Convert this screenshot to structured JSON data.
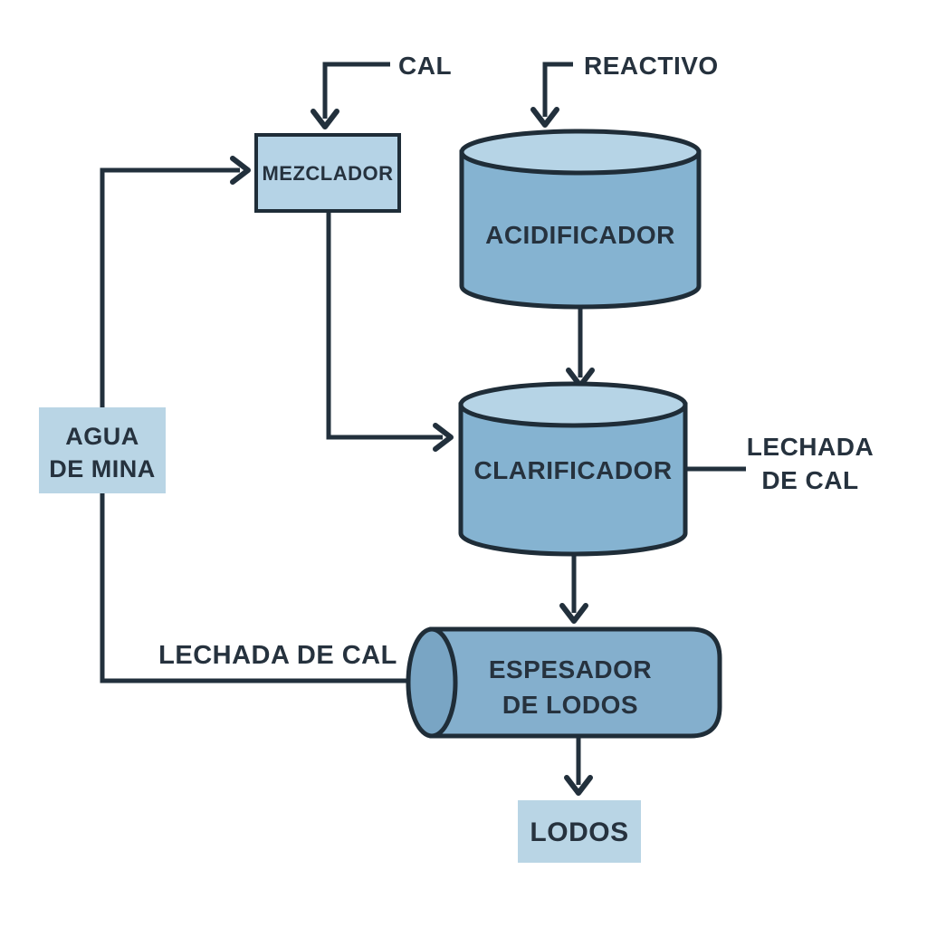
{
  "diagram": {
    "background": "#ffffff",
    "line_color": "#22303c",
    "text_color": "#26323e",
    "labels": {
      "cal": "CAL",
      "reactivo": "REACTIVO",
      "lechada_de_cal_right": {
        "line1": "LECHADA",
        "line2": "DE CAL"
      },
      "lechada_de_cal_bottom": "LECHADA DE CAL"
    },
    "nodes": {
      "mezclador": {
        "label": "MEZCLADOR",
        "shape": "rectangle-bordered",
        "fill": "#b5d3e6",
        "border": "#1f2d38"
      },
      "acidificador": {
        "label": "ACIDIFICADOR",
        "shape": "vertical-cylinder",
        "fill": "#85b3d1",
        "top_fill": "#b6d4e6"
      },
      "clarificador": {
        "label": "CLARIFICADOR",
        "shape": "vertical-cylinder",
        "fill": "#85b3d1",
        "top_fill": "#b6d4e6"
      },
      "espesador_de_lodos": {
        "label": {
          "line1": "ESPESADOR",
          "line2": "DE LODOS"
        },
        "shape": "horizontal-cylinder",
        "fill": "#84afcd",
        "cap_fill": "#79a5c4"
      },
      "agua_de_mina": {
        "label": {
          "line1": "AGUA",
          "line2": "DE MINA"
        },
        "shape": "rectangle-plain",
        "fill": "#b9d5e5"
      },
      "lodos": {
        "label": "LODOS",
        "shape": "rectangle-plain",
        "fill": "#b9d5e5"
      }
    },
    "edges": [
      {
        "from": "CAL",
        "to": "MEZCLADOR",
        "arrow": true
      },
      {
        "from": "REACTIVO",
        "to": "ACIDIFICADOR",
        "arrow": true
      },
      {
        "from": "AGUA DE MINA",
        "to": "MEZCLADOR",
        "arrow": true
      },
      {
        "from": "MEZCLADOR",
        "to": "CLARIFICADOR",
        "arrow": true
      },
      {
        "from": "ACIDIFICADOR",
        "to": "CLARIFICADOR",
        "arrow": true
      },
      {
        "from": "CLARIFICADOR",
        "to": "LECHADA DE CAL",
        "arrow": false
      },
      {
        "from": "CLARIFICADOR",
        "to": "ESPESADOR DE LODOS",
        "arrow": true
      },
      {
        "from": "AGUA DE MINA",
        "to": "ESPESADOR DE LODOS",
        "label": "LECHADA DE CAL",
        "arrow": false
      },
      {
        "from": "ESPESADOR DE LODOS",
        "to": "LODOS",
        "arrow": true
      }
    ]
  }
}
